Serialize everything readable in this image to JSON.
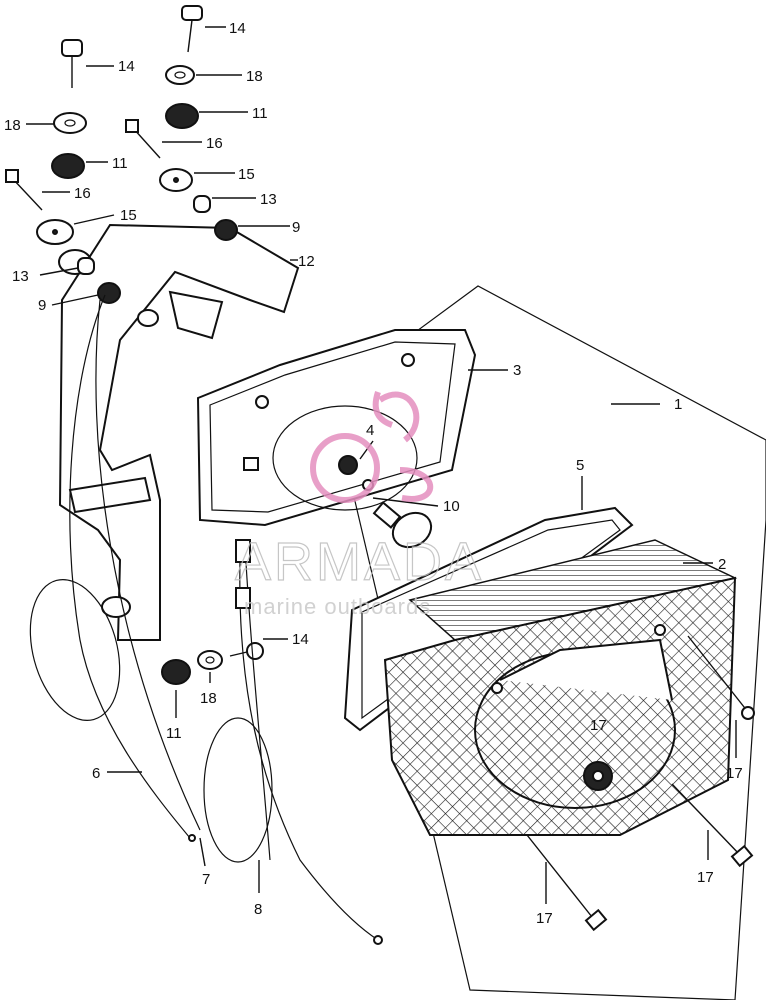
{
  "watermark": {
    "brand": "ARMADA",
    "tagline": "marine outboards",
    "logo_color": "#e58fbf"
  },
  "callouts": [
    "1",
    "2",
    "3",
    "4",
    "5",
    "6",
    "7",
    "8",
    "9",
    "10",
    "11",
    "12",
    "13",
    "14",
    "15",
    "16",
    "17",
    "18"
  ],
  "colors": {
    "ink": "#111111",
    "paper": "#ffffff"
  }
}
